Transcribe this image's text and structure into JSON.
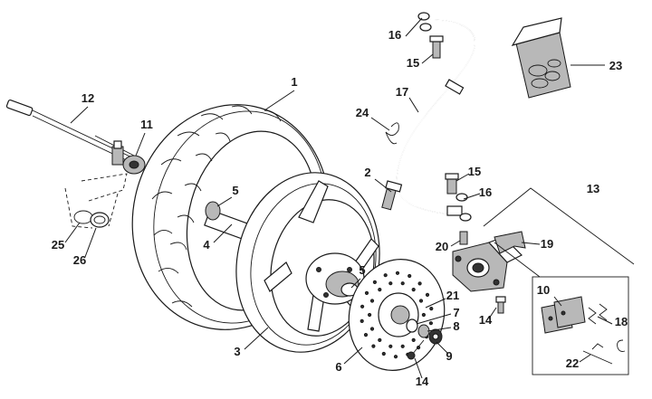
{
  "callouts": [
    {
      "id": "c1",
      "label": "1",
      "part": "tyre"
    },
    {
      "id": "c2",
      "label": "2",
      "part": "caliper-mount-bolt"
    },
    {
      "id": "c3",
      "label": "3",
      "part": "wheel-rim"
    },
    {
      "id": "c4",
      "label": "4",
      "part": "spacer-axle-sleeve"
    },
    {
      "id": "c5a",
      "label": "5",
      "part": "bearing-left"
    },
    {
      "id": "c5b",
      "label": "5",
      "part": "bearing-right"
    },
    {
      "id": "c6",
      "label": "6",
      "part": "brake-disc"
    },
    {
      "id": "c7",
      "label": "7",
      "part": "washer"
    },
    {
      "id": "c8",
      "label": "8",
      "part": "spacer"
    },
    {
      "id": "c9",
      "label": "9",
      "part": "nut"
    },
    {
      "id": "c10",
      "label": "10",
      "part": "brake-pads"
    },
    {
      "id": "c11",
      "label": "11",
      "part": "speedometer-drive"
    },
    {
      "id": "c12",
      "label": "12",
      "part": "wheel-axle"
    },
    {
      "id": "c13",
      "label": "13",
      "part": "brake-caliper-assembly"
    },
    {
      "id": "c14a",
      "label": "14",
      "part": "disc-bolt"
    },
    {
      "id": "c14b",
      "label": "14",
      "part": "caliper-bolt"
    },
    {
      "id": "c15a",
      "label": "15",
      "part": "banjo-bolt-top"
    },
    {
      "id": "c15b",
      "label": "15",
      "part": "banjo-bolt-caliper"
    },
    {
      "id": "c16a",
      "label": "16",
      "part": "copper-washers-top"
    },
    {
      "id": "c16b",
      "label": "16",
      "part": "copper-washers-caliper"
    },
    {
      "id": "c17",
      "label": "17",
      "part": "brake-hose"
    },
    {
      "id": "c18",
      "label": "18",
      "part": "pad-springs"
    },
    {
      "id": "c19",
      "label": "19",
      "part": "pad-spring-plate"
    },
    {
      "id": "c20",
      "label": "20",
      "part": "bleed-screw"
    },
    {
      "id": "c21",
      "label": "21",
      "part": "disc-screw"
    },
    {
      "id": "c22",
      "label": "22",
      "part": "pad-pin-clip"
    },
    {
      "id": "c23",
      "label": "23",
      "part": "seal-kit"
    },
    {
      "id": "c24",
      "label": "24",
      "part": "hose-clip"
    },
    {
      "id": "c25",
      "label": "25",
      "part": "o-ring"
    },
    {
      "id": "c26",
      "label": "26",
      "part": "dust-seal"
    }
  ],
  "colors": {
    "line": "#1a1a1a",
    "fill": "#ffffff",
    "shade": "#b8b8b8",
    "dark": "#333333"
  }
}
